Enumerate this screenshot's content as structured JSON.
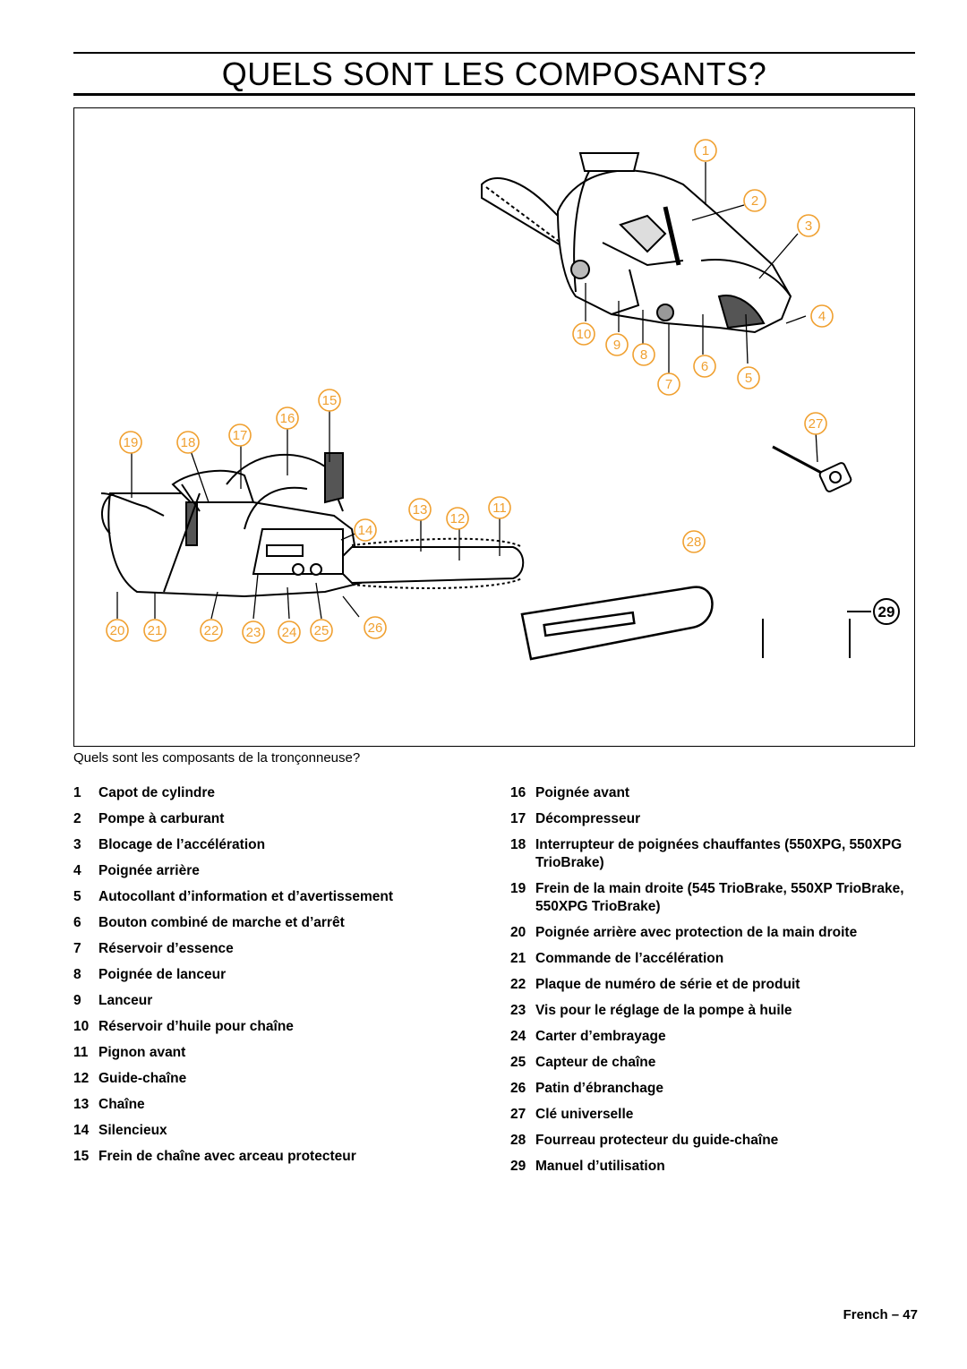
{
  "page": {
    "title": "QUELS SONT LES COMPOSANTS?",
    "caption": "Quels sont les composants de la tronçonneuse?",
    "footer": "French – 47"
  },
  "callouts": [
    "1",
    "2",
    "3",
    "4",
    "5",
    "6",
    "7",
    "8",
    "9",
    "10",
    "11",
    "12",
    "13",
    "14",
    "15",
    "16",
    "17",
    "18",
    "19",
    "20",
    "21",
    "22",
    "23",
    "24",
    "25",
    "26",
    "27",
    "28"
  ],
  "manual_badge": "29",
  "components_left": [
    {
      "num": "1",
      "label": "Capot de cylindre"
    },
    {
      "num": "2",
      "label": "Pompe à carburant"
    },
    {
      "num": "3",
      "label": "Blocage de l’accélération"
    },
    {
      "num": "4",
      "label": "Poignée arrière"
    },
    {
      "num": "5",
      "label": "Autocollant d’information et d’avertissement"
    },
    {
      "num": "6",
      "label": "Bouton combiné de marche et d’arrêt"
    },
    {
      "num": "7",
      "label": "Réservoir d’essence"
    },
    {
      "num": "8",
      "label": "Poignée de lanceur"
    },
    {
      "num": "9",
      "label": "Lanceur"
    },
    {
      "num": "10",
      "label": "Réservoir d’huile pour chaîne"
    },
    {
      "num": "11",
      "label": "Pignon avant"
    },
    {
      "num": "12",
      "label": "Guide-chaîne"
    },
    {
      "num": "13",
      "label": "Chaîne"
    },
    {
      "num": "14",
      "label": "Silencieux"
    },
    {
      "num": "15",
      "label": "Frein de chaîne avec arceau protecteur"
    }
  ],
  "components_right": [
    {
      "num": "16",
      "label": "Poignée avant"
    },
    {
      "num": "17",
      "label": "Décompresseur"
    },
    {
      "num": "18",
      "label": "Interrupteur de poignées chauffantes (550XPG, 550XPG TrioBrake)"
    },
    {
      "num": "19",
      "label": "Frein de la main droite (545 TrioBrake, 550XP TrioBrake, 550XPG TrioBrake)"
    },
    {
      "num": "20",
      "label": "Poignée arrière avec protection de la main droite"
    },
    {
      "num": "21",
      "label": "Commande de l’accélération"
    },
    {
      "num": "22",
      "label": "Plaque de numéro de série et de produit"
    },
    {
      "num": "23",
      "label": "Vis pour le réglage de la pompe à huile"
    },
    {
      "num": "24",
      "label": "Carter d’embrayage"
    },
    {
      "num": "25",
      "label": "Capteur de chaîne"
    },
    {
      "num": "26",
      "label": "Patin d’ébranchage"
    },
    {
      "num": "27",
      "label": "Clé universelle"
    },
    {
      "num": "28",
      "label": "Fourreau protecteur du guide-chaîne"
    },
    {
      "num": "29",
      "label": "Manuel d’utilisation"
    }
  ]
}
